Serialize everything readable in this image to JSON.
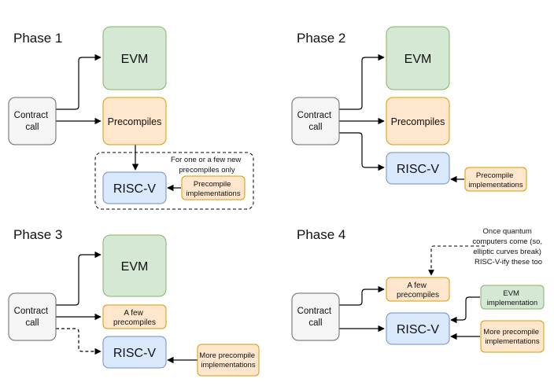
{
  "colors": {
    "evm_fill": "#d5e8d4",
    "evm_stroke": "#82b366",
    "pre_fill": "#ffe6cc",
    "pre_stroke": "#d79b00",
    "risc_fill": "#dae8fc",
    "risc_stroke": "#6c8ebf",
    "call_fill": "#f5f5f5",
    "call_stroke": "#666666"
  },
  "phases": [
    {
      "title": "Phase 1",
      "contract_call": [
        "Contract",
        "call"
      ],
      "evm": "EVM",
      "precompiles": [
        "Precompiles"
      ],
      "riscv": "RISC-V",
      "impl": [
        "Precompile",
        "implementations"
      ],
      "note": [
        "For one or a few new",
        "precompiles only"
      ]
    },
    {
      "title": "Phase 2",
      "contract_call": [
        "Contract",
        "call"
      ],
      "evm": "EVM",
      "precompiles": [
        "Precompiles"
      ],
      "riscv": "RISC-V",
      "impl": [
        "Precompile",
        "implementations"
      ]
    },
    {
      "title": "Phase 3",
      "contract_call": [
        "Contract",
        "call"
      ],
      "evm": "EVM",
      "precompiles": [
        "A few",
        "precompiles"
      ],
      "riscv": "RISC-V",
      "impl": [
        "More precompile",
        "implementations"
      ]
    },
    {
      "title": "Phase 4",
      "contract_call": [
        "Contract",
        "call"
      ],
      "precompiles": [
        "A few",
        "precompiles"
      ],
      "riscv": "RISC-V",
      "evm_impl": [
        "EVM",
        "implementation"
      ],
      "impl": [
        "More precompile",
        "implementations"
      ],
      "note": [
        "Once quantum",
        "computers come (so,",
        "elliptic curves break)",
        "RISC-V-ify these too"
      ]
    }
  ]
}
